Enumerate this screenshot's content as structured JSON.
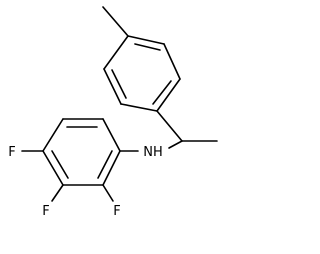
{
  "molecule": {
    "atoms": [
      {
        "id": "nh",
        "label": "NH"
      },
      {
        "id": "f1",
        "label": "F"
      },
      {
        "id": "f2",
        "label": "F"
      },
      {
        "id": "f3",
        "label": "F"
      }
    ]
  },
  "colors": {
    "bond": "#000000",
    "label": "#000000",
    "background": "#ffffff"
  }
}
